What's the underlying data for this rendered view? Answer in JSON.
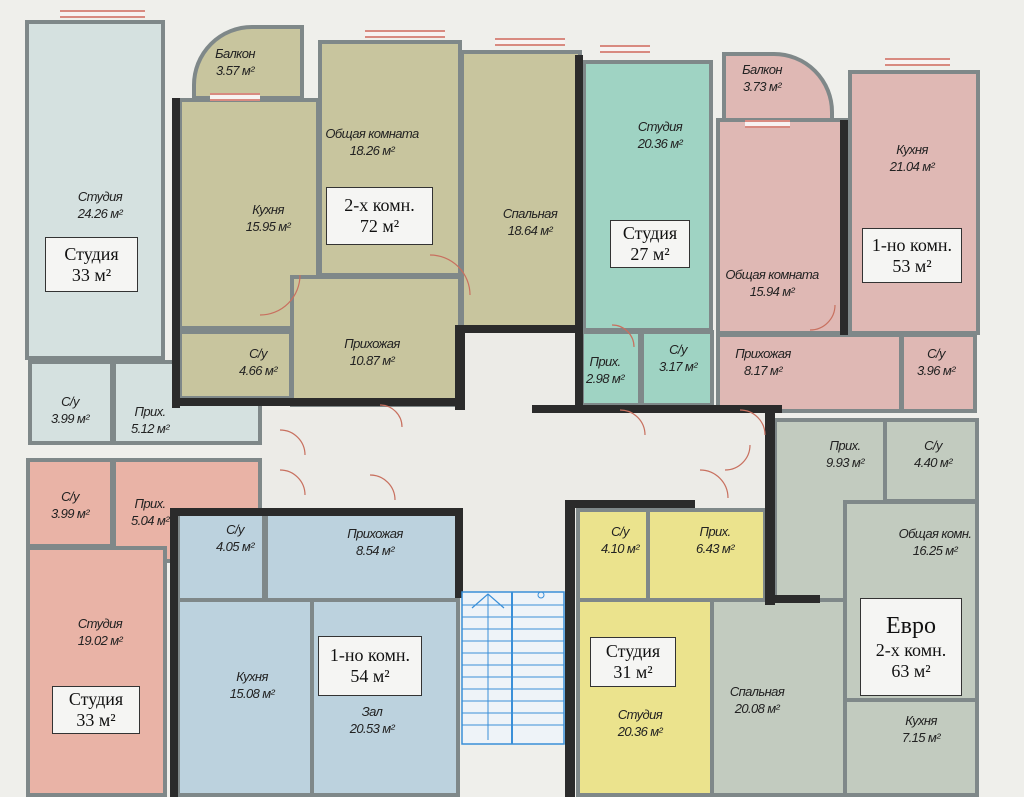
{
  "apartments": [
    {
      "type": "Студия",
      "area": "33 м²",
      "rooms": [
        {
          "name": "Студия",
          "area": "24.26 м²"
        },
        {
          "name": "С/у",
          "area": "3.99 м²"
        },
        {
          "name": "Прих.",
          "area": "5.12 м²"
        }
      ]
    },
    {
      "type": "2-х комн.",
      "area": "72 м²",
      "rooms": [
        {
          "name": "Балкон",
          "area": "3.57 м²"
        },
        {
          "name": "Кухня",
          "area": "15.95 м²"
        },
        {
          "name": "Общая комната",
          "area": "18.26 м²"
        },
        {
          "name": "Спальная",
          "area": "18.64 м²"
        },
        {
          "name": "Прихожая",
          "area": "10.87 м²"
        },
        {
          "name": "С/у",
          "area": "4.66 м²"
        }
      ]
    },
    {
      "type": "Студия",
      "area": "27 м²",
      "rooms": [
        {
          "name": "Студия",
          "area": "20.36 м²"
        },
        {
          "name": "Прих.",
          "area": "2.98 м²"
        },
        {
          "name": "С/у",
          "area": "3.17 м²"
        }
      ]
    },
    {
      "type": "1-но комн.",
      "area": "53 м²",
      "rooms": [
        {
          "name": "Балкон",
          "area": "3.73 м²"
        },
        {
          "name": "Общая комната",
          "area": "15.94 м²"
        },
        {
          "name": "Кухня",
          "area": "21.04 м²"
        },
        {
          "name": "Прихожая",
          "area": "8.17 м²"
        },
        {
          "name": "С/у",
          "area": "3.96 м²"
        }
      ]
    },
    {
      "type": "Студия",
      "area": "33 м²",
      "rooms": [
        {
          "name": "С/у",
          "area": "3.99 м²"
        },
        {
          "name": "Прих.",
          "area": "5.04 м²"
        },
        {
          "name": "Студия",
          "area": "19.02 м²"
        }
      ]
    },
    {
      "type": "1-но комн.",
      "area": "54 м²",
      "rooms": [
        {
          "name": "С/у",
          "area": "4.05 м²"
        },
        {
          "name": "Прихожая",
          "area": "8.54 м²"
        },
        {
          "name": "Кухня",
          "area": "15.08 м²"
        },
        {
          "name": "Зал",
          "area": "20.53 м²"
        }
      ]
    },
    {
      "type": "Студия",
      "area": "31 м²",
      "rooms": [
        {
          "name": "С/у",
          "area": "4.10 м²"
        },
        {
          "name": "Прих.",
          "area": "6.43 м²"
        },
        {
          "name": "Студия",
          "area": "20.36 м²"
        }
      ]
    },
    {
      "prefix": "Евро",
      "type": "2-х комн.",
      "area": "63 м²",
      "rooms": [
        {
          "name": "Прих.",
          "area": "9.93 м²"
        },
        {
          "name": "С/у",
          "area": "4.40 м²"
        },
        {
          "name": "Общая комн.",
          "area": "16.25 м²"
        },
        {
          "name": "Спальная",
          "area": "20.08 м²"
        },
        {
          "name": "Кухня",
          "area": "7.15 м²"
        }
      ]
    }
  ],
  "colors": {
    "studio_33_top": "#d5e1e0",
    "two_room_72": "#c8c59e",
    "studio_27": "#9fd3c3",
    "one_room_53": "#dfb8b4",
    "studio_33_bottom": "#e9b3a6",
    "one_room_54": "#bcd2de",
    "studio_31": "#ebe38d",
    "euro_two_room_63": "#c2cbbf",
    "walls": "#7f8889",
    "stairs": "#3a8fd8"
  }
}
